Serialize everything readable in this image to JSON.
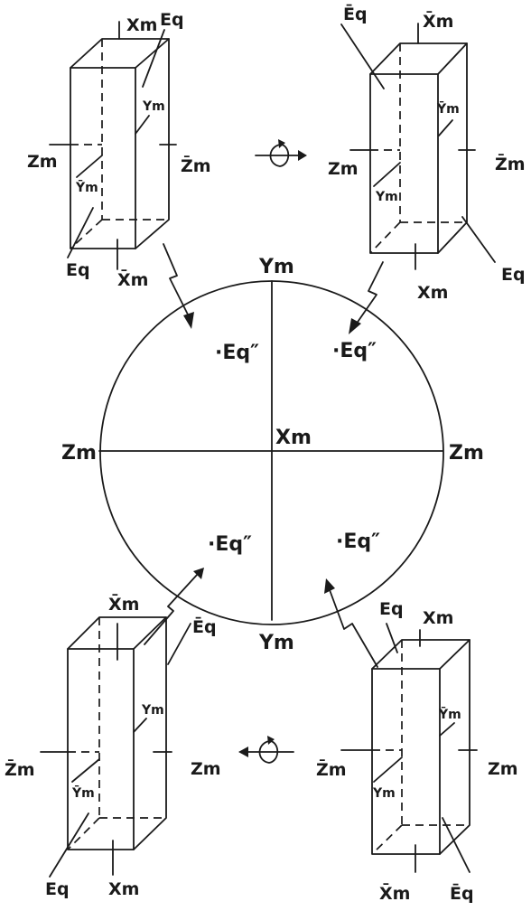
{
  "circle": {
    "top_label": "Ym",
    "bottom_label": "Ym",
    "left_label": "Zm",
    "right_label": "Zm",
    "center_label": "Xm",
    "points": [
      "·Eq″",
      "·Eq″",
      "·Eq″",
      "·Eq″"
    ]
  },
  "crystals": {
    "top_left": {
      "top_x": "Xm",
      "top_e": "Eq",
      "inner_y": "Ym",
      "left_z": "Zm",
      "right_z": "Z̄m",
      "inner_y_bar": "Ȳm",
      "bottom_e": "Eq",
      "bottom_x": "X̄m"
    },
    "top_right": {
      "top_e": "Ēq",
      "top_x": "X̄m",
      "inner_y_bar": "Ȳm",
      "left_z": "Zm",
      "right_z": "Z̄m",
      "inner_y": "Ym",
      "bottom_x": "Xm",
      "bottom_e": "Eq"
    },
    "bottom_left": {
      "top_x": "X̄m",
      "top_e": "Ēq",
      "inner_y": "Ym",
      "left_z": "Z̄m",
      "right_z": "Zm",
      "inner_y_bar": "Ȳm",
      "bottom_e": "Eq",
      "bottom_x": "Xm"
    },
    "bottom_right": {
      "top_e": "Eq",
      "top_x": "Xm",
      "inner_y_bar": "Ȳm",
      "left_z": "Z̄m",
      "right_z": "Zm",
      "inner_y": "Ym",
      "bottom_x": "X̄m",
      "bottom_e": "Ēq"
    }
  },
  "rotation_symbols": {
    "top": "⥁",
    "bottom": "⥀"
  }
}
